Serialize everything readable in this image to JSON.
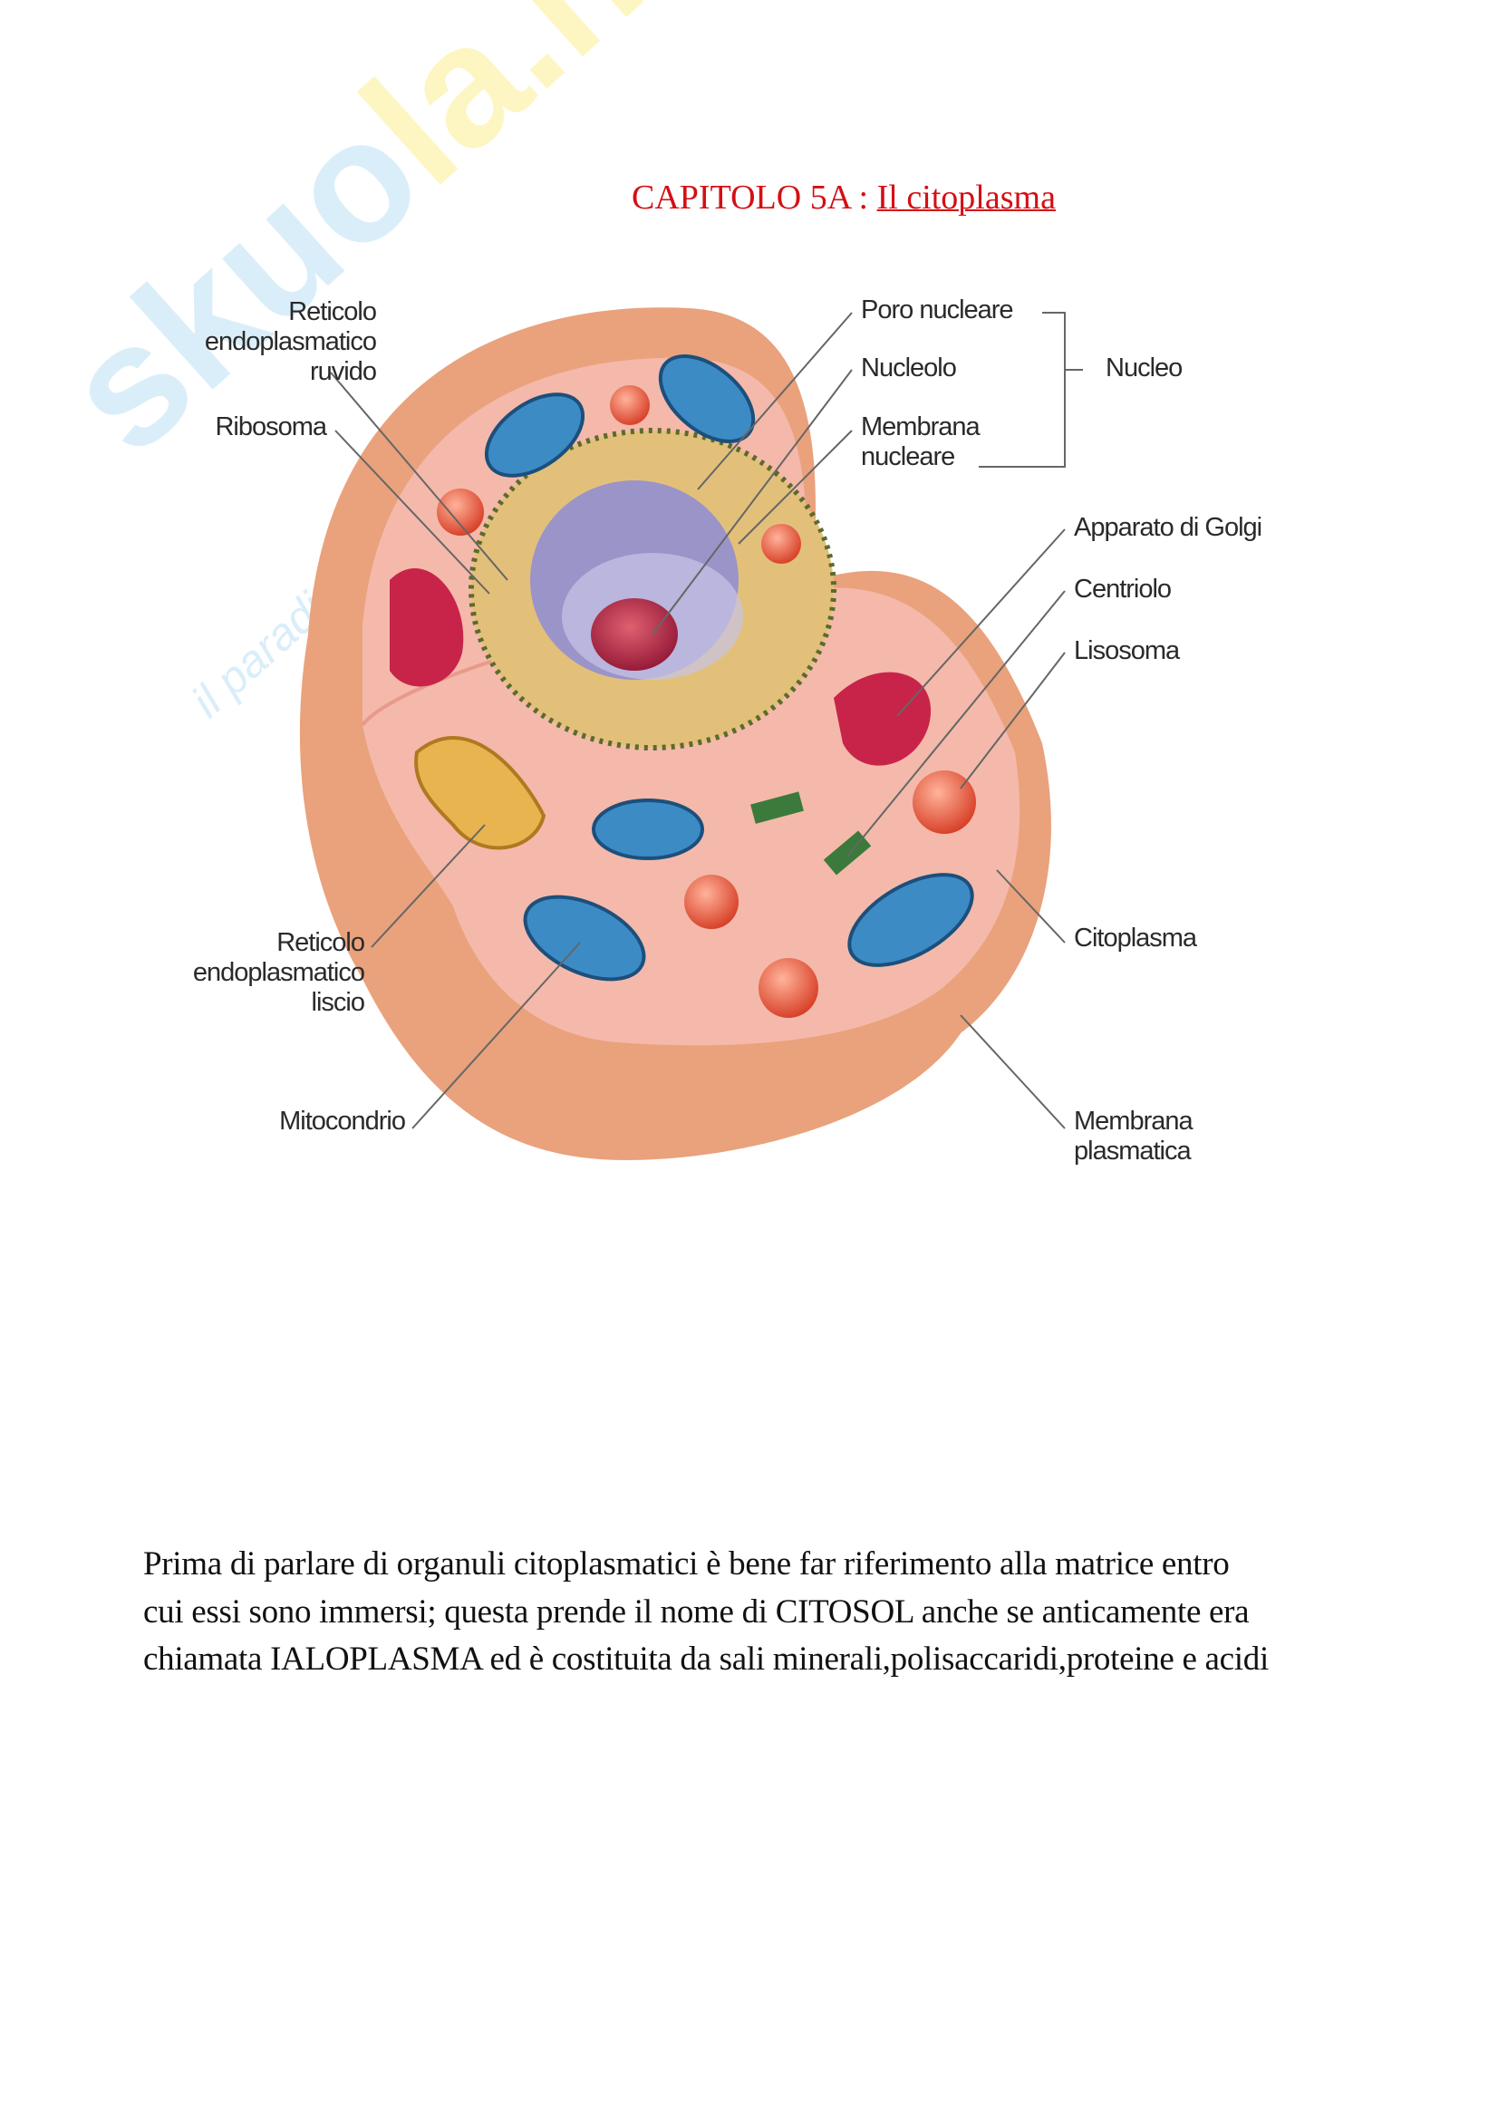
{
  "watermark": {
    "brand_a": "skuo",
    "brand_b": "la.net",
    "tagline": "il paradiso dello studente"
  },
  "header": {
    "chapter": "CAPITOLO 5A :",
    "title": "Il citoplasma"
  },
  "figure": {
    "labels": {
      "rer": [
        "Reticolo",
        "endoplasmatico",
        "ruvido"
      ],
      "ribosoma": "Ribosoma",
      "poro": "Poro nucleare",
      "nucleolo": "Nucleolo",
      "membrana_nucleare": [
        "Membrana",
        "nucleare"
      ],
      "nucleo": "Nucleo",
      "golgi": "Apparato di Golgi",
      "centriolo": "Centriolo",
      "lisosoma": "Lisosoma",
      "citoplasma": "Citoplasma",
      "membrana_plasmatica": [
        "Membrana",
        "plasmatica"
      ],
      "rel": [
        "Reticolo",
        "endoplasmatico",
        "liscio"
      ],
      "mitocondrio": "Mitocondrio"
    }
  },
  "body": {
    "lines": [
      "Prima di parlare di organuli citoplasmatici è bene far riferimento alla matrice entro",
      "cui essi sono immersi; questa prende il nome di CITOSOL anche se anticamente era",
      "chiamata IALOPLASMA ed è costituita da sali minerali,polisaccaridi,proteine e acidi"
    ]
  }
}
